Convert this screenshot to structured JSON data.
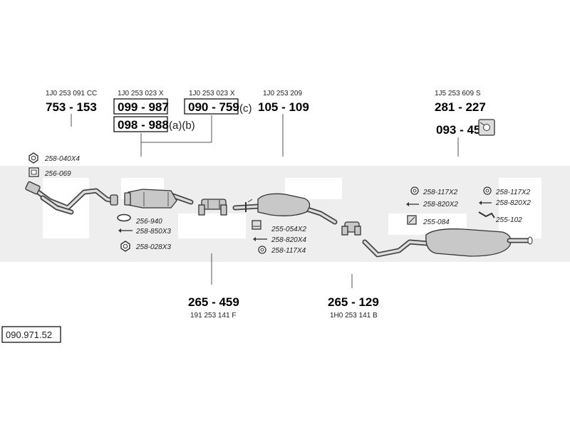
{
  "diagram_code": "090.971.52",
  "parts": {
    "p753153": {
      "ref": "1J0 253 091 CC",
      "number": "753 - 153"
    },
    "p099987": {
      "ref": "1J0 253 023 X",
      "number": "099 - 987"
    },
    "p098988": {
      "number": "098 - 988",
      "suffix": "(a)(b)"
    },
    "p090759": {
      "ref": "1J0 253 023 X",
      "number": "090 - 759",
      "suffix": "(c)"
    },
    "p105109": {
      "ref": "1J0 253 209",
      "number": "105 - 109"
    },
    "p281227": {
      "ref": "1J5 253 609 S",
      "number": "281 - 227"
    },
    "p093455": {
      "number": "093 - 455"
    },
    "p265459": {
      "ref": "191 253 141 F",
      "number": "265 - 459"
    },
    "p265129": {
      "ref": "1H0 253 141 B",
      "number": "265 - 129"
    }
  },
  "small_parts": {
    "s258040": "258-040X4",
    "s256069": "256-069",
    "s256940": "256-940",
    "s258850": "258-850X3",
    "s258028": "258-028X3",
    "s255054": "255-054X2",
    "s258820a": "258-820X4",
    "s258117a": "258-117X4",
    "s258117b": "258-117X2",
    "s258820b": "258-820X2",
    "s255084": "255-084",
    "s258117c": "258-117X2",
    "s258820c": "258-820X2",
    "s255102": "255-102"
  }
}
